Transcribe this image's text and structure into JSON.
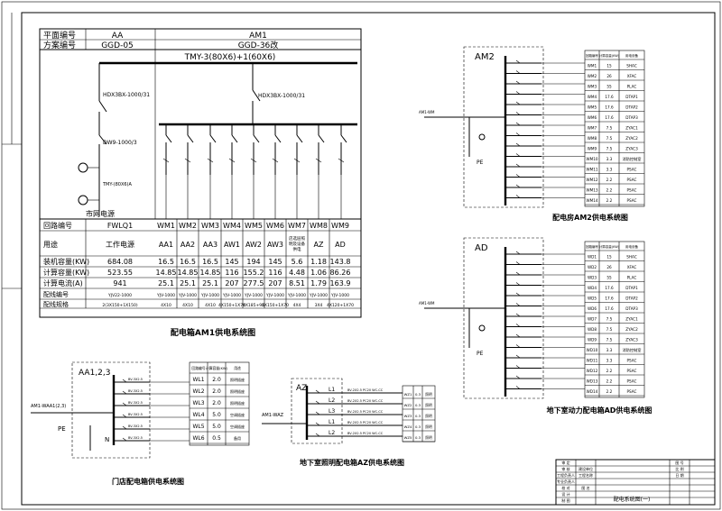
{
  "main": {
    "label_pm": "平面编号",
    "label_fa": "方案编号",
    "aa_label": "AA",
    "am1_label": "AM1",
    "aa_scheme": "GGD-05",
    "am1_scheme": "GGD-36改",
    "busbar": "TMY-3(80X6)+1(60X6)",
    "breaker_left": "HDX3BX-1000/31",
    "breaker_right": "HDX3BX-1000/31",
    "meter": "DW9-1000/3",
    "source_caption": "市网电源",
    "row_labels": [
      "回路编号",
      "用途",
      "装机容量(KW)",
      "计算容量(KW)",
      "计算电流(A)",
      "配线编号",
      "配线规格"
    ],
    "circuits": [
      "FWLQ1",
      "WM1",
      "WM2",
      "WM3",
      "WM4",
      "WM5",
      "WM6",
      "WM7",
      "WM8",
      "WM9"
    ],
    "usage": [
      "工作电源",
      "AA1",
      "AA2",
      "AA3",
      "AW1",
      "AW2",
      "AW3",
      "店选层照明及设备供电",
      "AZ",
      "AD"
    ],
    "installed": [
      "684.08",
      "16.5",
      "16.5",
      "16.5",
      "145",
      "194",
      "145",
      "5.6",
      "1.18",
      "143.8"
    ],
    "computed": [
      "523.55",
      "14.85",
      "14.85",
      "14.85",
      "116",
      "155.2",
      "116",
      "4.48",
      "1.06",
      "86.26"
    ],
    "current": [
      "941",
      "25.1",
      "25.1",
      "25.1",
      "207",
      "277.5",
      "207",
      "8.51",
      "1.79",
      "163.9"
    ],
    "wire_no": [
      "YJV22-1000",
      "YJV-1000",
      "YJV-1000",
      "YJV-1000",
      "YJV-1000",
      "YJV-1000",
      "YJV-1000",
      "YJV-1000",
      "YJV-1000",
      "YJV-1000"
    ],
    "wire_spec": [
      "2(3X150+1X150)",
      "4X10",
      "4X10",
      "4X10",
      "4X150+1X70",
      "4X185+95",
      "4X150+1X70",
      "4X4",
      "3X4",
      "4X120+1X70"
    ],
    "caption": "配电箱AM1供电系统图"
  },
  "am2": {
    "title": "AM2",
    "col_headers": [
      "回路编号",
      "计算容量(KW)",
      "用电设备"
    ],
    "rows": [
      [
        "WM1",
        "15",
        "SHAC"
      ],
      [
        "WM2",
        "26",
        "XFAC"
      ],
      [
        "WM3",
        "55",
        "PLAC"
      ],
      [
        "WM4",
        "17.6",
        "DTAP1"
      ],
      [
        "WM5",
        "17.6",
        "DTAP2"
      ],
      [
        "WM6",
        "17.6",
        "DTAP3"
      ],
      [
        "WM7",
        "7.5",
        "ZYAC1"
      ],
      [
        "WM8",
        "7.5",
        "ZYAC2"
      ],
      [
        "WM9",
        "7.5",
        "ZYAC3"
      ],
      [
        "WM10",
        "3.3",
        "消防控制室"
      ],
      [
        "WM11",
        "3.3",
        "PSAC"
      ],
      [
        "WM12",
        "2.2",
        "PSAC"
      ],
      [
        "WM13",
        "2.2",
        "PSAC"
      ],
      [
        "WM14",
        "2.2",
        "PSAC"
      ]
    ],
    "caption": "配电房AM2供电系统图"
  },
  "ad": {
    "title": "AD",
    "col_headers": [
      "回路编号",
      "计算容量(KW)",
      "用电设备"
    ],
    "rows": [
      [
        "WD1",
        "15",
        "SHAC"
      ],
      [
        "WD2",
        "26",
        "XFAC"
      ],
      [
        "WD3",
        "55",
        "PLAC"
      ],
      [
        "WD4",
        "17.6",
        "DTAP1"
      ],
      [
        "WD5",
        "17.6",
        "DTAP2"
      ],
      [
        "WD6",
        "17.6",
        "DTAP3"
      ],
      [
        "WD7",
        "7.5",
        "ZYAC1"
      ],
      [
        "WD8",
        "7.5",
        "ZYAC2"
      ],
      [
        "WD9",
        "7.5",
        "ZYAC3"
      ],
      [
        "WD10",
        "3.3",
        "消防控制室"
      ],
      [
        "WD11",
        "3.3",
        "PSAC"
      ],
      [
        "WD12",
        "2.2",
        "PSAC"
      ],
      [
        "WD13",
        "2.2",
        "PSAC"
      ],
      [
        "WD14",
        "2.2",
        "PSAC"
      ]
    ],
    "caption": "地下室动力配电箱AD供电系统图"
  },
  "aa": {
    "title": "AA1,2,3",
    "col_headers": [
      "回路编号",
      "计算容量(KW)",
      "用途"
    ],
    "rows": [
      [
        "WL1",
        "2.0",
        "照明插座"
      ],
      [
        "WL2",
        "2.0",
        "照明插座"
      ],
      [
        "WL3",
        "2.0",
        "照明插座"
      ],
      [
        "WL4",
        "5.0",
        "空调插座"
      ],
      [
        "WL5",
        "5.0",
        "空调插座"
      ],
      [
        "WL6",
        "0.5",
        "备用"
      ]
    ],
    "caption": "门店配电箱供电系统图",
    "pe": "PE",
    "n": "N"
  },
  "az": {
    "title": "AZ",
    "phases": [
      "L1",
      "L2",
      "L3",
      "L1",
      "L2"
    ],
    "rows": [
      [
        "WZ1",
        "0.3",
        "照明"
      ],
      [
        "WZ2",
        "0.3",
        "照明"
      ],
      [
        "WZ3",
        "0.3",
        "照明"
      ],
      [
        "WZ4",
        "0.3",
        "照明"
      ],
      [
        "WZ5",
        "0.3",
        "照明"
      ]
    ],
    "caption": "地下室照明配电箱AZ供电系统图"
  },
  "titleblock": {
    "cells": [
      "审 定",
      "审 核",
      "工程负责人",
      "专业负责人",
      "校 对",
      "设 计",
      "制 图",
      "建设单位",
      "工程名称",
      "图 名",
      "图 号",
      "比 例",
      "日 期"
    ],
    "drawing_title": "配电系统图(一)"
  }
}
